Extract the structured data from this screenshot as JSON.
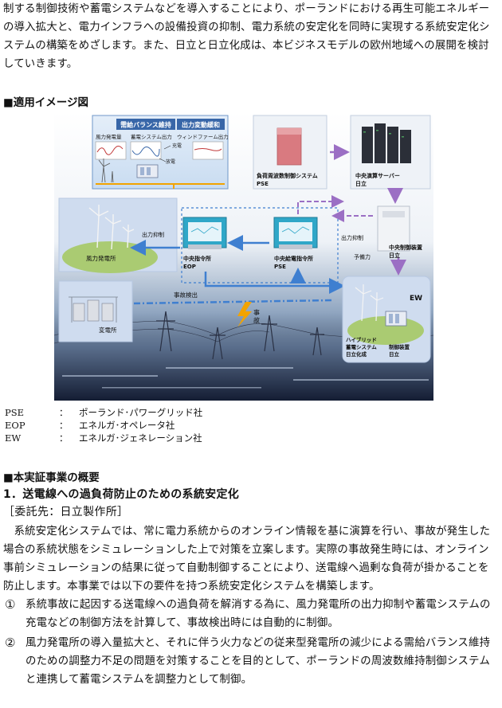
{
  "intro": {
    "paragraph": "制する制御技術や蓄電システムなどを導入することにより、ポーランドにおける再生可能エネルギーの導入拡大と、電力インフラへの設備投資の抑制、電力系統の安定化を同時に実現する系統安定化システムの構築をめざします。また、日立と日立化成は、本ビジネスモデルの欧州地域への展開を検討していきます。"
  },
  "figure_section": {
    "heading": "■適用イメージ図"
  },
  "diagram": {
    "balance_box": {
      "title_left": "需給バランス維持",
      "title_right": "出力変動緩和",
      "label_wind": "風力発電量",
      "label_storage": "蓄電システム出力",
      "label_windfarm": "ウィンドファーム出力",
      "label_charge": "充電",
      "label_discharge": "放電"
    },
    "load_control": {
      "line1": "負荷周波数制御システム",
      "line2": "PSE"
    },
    "central_server": {
      "line1": "中央演算サーバー",
      "line2": "日立"
    },
    "central_control": {
      "line1": "中央制御装置",
      "line2": "日立"
    },
    "output_limit_top": "出力抑制",
    "output_limit_right": "出力抑制",
    "reserve_power": "予備力",
    "wind_plant": "風力発電所",
    "cmd_eop": {
      "line1": "中央指令所",
      "line2": "EOP"
    },
    "cmd_pse": {
      "line1": "中央給電指令所",
      "line2": "PSE"
    },
    "fault_detect": "事故検出",
    "fault": {
      "line1": "事",
      "line2": "故"
    },
    "substation": "変電所",
    "ew_label": "EW",
    "hybrid": {
      "line1": "ハイブリッド",
      "line2": "蓄電システム",
      "line3": "日立化成"
    },
    "controller": {
      "line1": "制御装置",
      "line2": "日立"
    },
    "colors": {
      "arrow_blue": "#3f7fd0",
      "arrow_purple": "#9b6fc4",
      "panel_blue": "#d6e6f6",
      "screen_teal": "#2fa7c8",
      "bolt": "#f2a300"
    }
  },
  "abbreviations": [
    {
      "abbr": "PSE",
      "sep": "：",
      "desc": "ポーランド･パワーグリッド社"
    },
    {
      "abbr": "EOP",
      "sep": "：",
      "desc": "エネルガ･オペレータ社"
    },
    {
      "abbr": "EW",
      "sep": "：",
      "desc": "エネルガ･ジェネレーション社"
    }
  ],
  "overview": {
    "heading": "■本実証事業の概要",
    "subheading": "1．送電線への過負荷防止のための系統安定化",
    "contractor": "［委託先：日立製作所］",
    "paragraph": "　系統安定化システムでは、常に電力系統からのオンライン情報を基に演算を行い、事故が発生した場合の系統状態をシミュレーションした上で対策を立案します。実際の事故発生時には、オンライン事前シミュレーションの結果に従って自動制御することにより、送電線へ過剰な負荷が掛かることを防止します。本事業では以下の要件を持つ系統安定化システムを構築します。",
    "items": [
      {
        "num": "①",
        "text": "系統事故に起因する送電線への過負荷を解消する為に、風力発電所の出力抑制や蓄電システムの充電などの制御方法を計算して、事故検出時には自動的に制御。"
      },
      {
        "num": "②",
        "text": "風力発電所の導入量拡大と、それに伴う火力などの従来型発電所の減少による需給バランス維持のための調整力不足の問題を対策することを目的として、ポーランドの周波数維持制御システムと連携して蓄電システムを調整力として制御。"
      }
    ]
  }
}
